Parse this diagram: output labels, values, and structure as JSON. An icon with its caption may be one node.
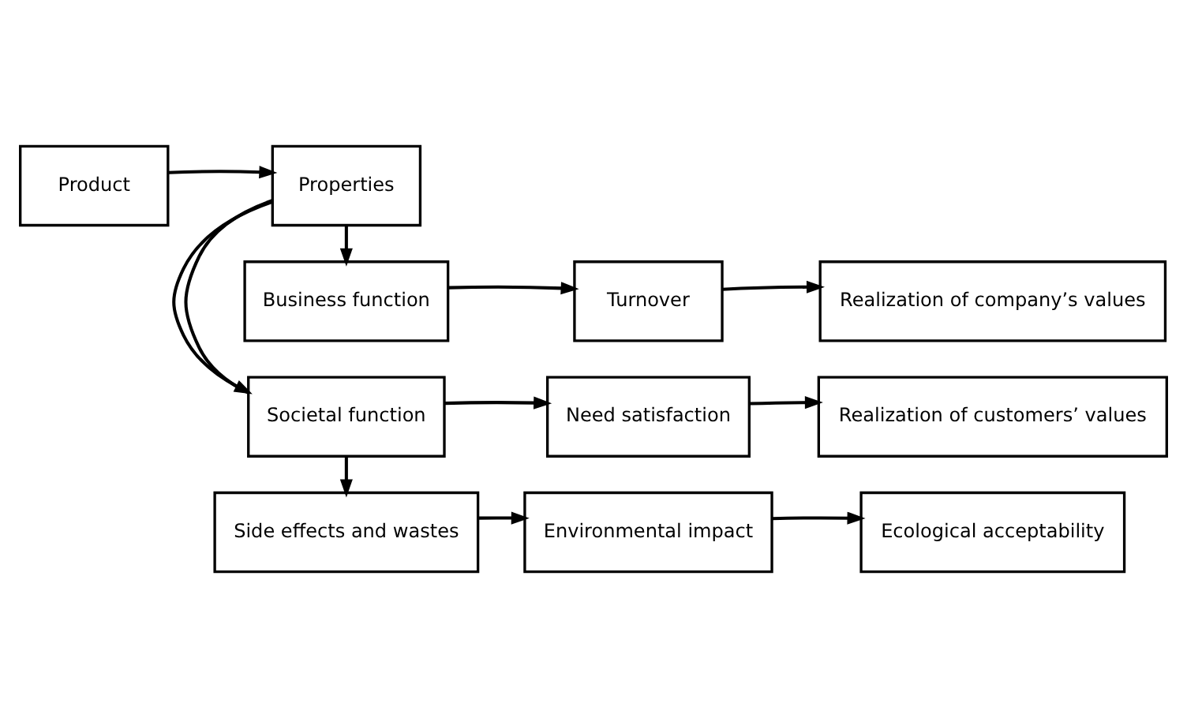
{
  "diagram": {
    "nodes": [
      {
        "text": [
          "Side effects and wastes"
        ]
      },
      {
        "text": [
          "Environmental impact"
        ]
      },
      {
        "text": [
          "Ecological acceptability"
        ]
      },
      {
        "text": [
          "Societal function"
        ]
      },
      {
        "text": [
          "Need satisfaction"
        ]
      },
      {
        "text": [
          "Realization of customers’ values"
        ]
      },
      {
        "text": [
          "Product"
        ]
      },
      {
        "text": [
          "Properties"
        ]
      },
      {
        "text": [
          "Business function"
        ]
      },
      {
        "text": [
          "Turnover"
        ]
      },
      {
        "text": [
          "Realization of company’s values"
        ]
      }
    ],
    "edges": [
      {
        "from": 0,
        "to": 1,
        "arrow": "to"
      },
      {
        "from": 1,
        "to": 2,
        "arrow": "to"
      },
      {
        "from": 3,
        "to": 0,
        "arrow": "to"
      },
      {
        "from": 3,
        "to": 4,
        "arrow": "to"
      },
      {
        "from": 4,
        "to": 5,
        "arrow": "to"
      },
      {
        "from": 7,
        "to": 3,
        "arrow": "none"
      },
      {
        "from": 7,
        "to": 3,
        "arrow": "to"
      },
      {
        "from": 6,
        "to": 7,
        "arrow": "to"
      },
      {
        "from": 7,
        "to": 8,
        "arrow": "to"
      },
      {
        "from": 8,
        "to": 9,
        "arrow": "to"
      },
      {
        "from": 9,
        "to": 10,
        "arrow": "to"
      }
    ]
  }
}
